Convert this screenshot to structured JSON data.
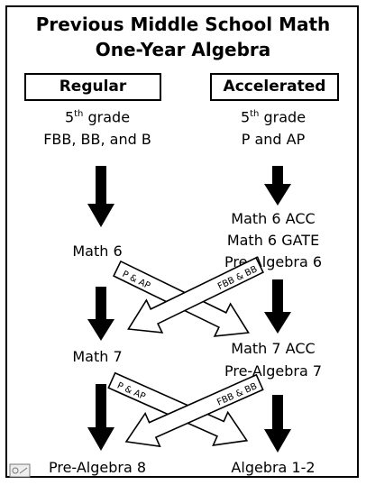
{
  "title": {
    "line1": "Previous Middle School Math",
    "line2": "One-Year Algebra"
  },
  "headers": {
    "regular": "Regular",
    "accelerated": "Accelerated"
  },
  "regular": {
    "grade_base": "5",
    "grade_sup": "th",
    "grade_word": " grade",
    "groups": "FBB, BB, and B",
    "math6": "Math 6",
    "math7": "Math 7",
    "prealg8": "Pre-Algebra 8"
  },
  "accelerated": {
    "grade_base": "5",
    "grade_sup": "th",
    "grade_word": " grade",
    "groups": "P and AP",
    "math6_acc": "Math 6 ACC",
    "math6_gate": "Math 6 GATE",
    "prealg6": "Pre-Algebra 6",
    "math7_acc": "Math 7 ACC",
    "prealg7": "Pre-Algebra 7",
    "alg12": "Algebra 1-2"
  },
  "cross_labels": {
    "upper_left": "P & AP",
    "upper_right": "FBB & BB",
    "lower_left": "P & AP",
    "lower_right": "FBB & BB"
  },
  "icons": [
    "down-arrow-icon",
    "cross-arrow-icon",
    "slide-icon"
  ]
}
